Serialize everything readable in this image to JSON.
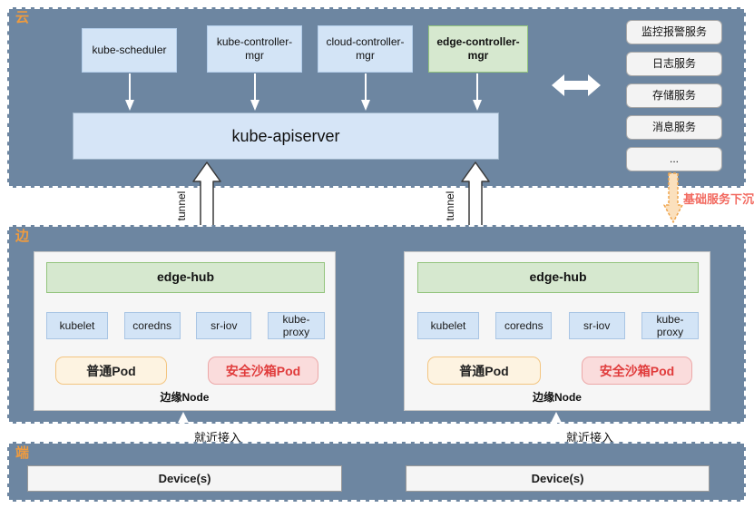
{
  "cloud": {
    "label": "云",
    "control_plane": {
      "scheduler": "kube-scheduler",
      "kube_controller": "kube-controller-mgr",
      "cloud_controller": "cloud-controller-mgr",
      "edge_controller": "edge-controller-mgr",
      "apiserver": "kube-apiserver"
    },
    "services": [
      "监控报警服务",
      "日志服务",
      "存储服务",
      "消息服务",
      "..."
    ],
    "sink_label": "基础服务下沉"
  },
  "tunnel": {
    "label": "tunnel"
  },
  "edge": {
    "label": "边",
    "access_label": "就近接入",
    "nodes": [
      {
        "hub": "edge-hub",
        "components": [
          "kubelet",
          "coredns",
          "sr-iov",
          "kube-proxy"
        ],
        "normal_pod": "普通Pod",
        "sandbox_pod": "安全沙箱Pod",
        "node_label": "边缘Node"
      },
      {
        "hub": "edge-hub",
        "components": [
          "kubelet",
          "coredns",
          "sr-iov",
          "kube-proxy"
        ],
        "normal_pod": "普通Pod",
        "sandbox_pod": "安全沙箱Pod",
        "node_label": "边缘Node"
      }
    ]
  },
  "device": {
    "label": "端",
    "devices": [
      "Device(s)",
      "Device(s)"
    ]
  },
  "colors": {
    "section_bg": "#6d86a1",
    "blue_box": "#d3e4f6",
    "green_box": "#d6e8cf",
    "accent_orange": "#ee9b3f",
    "sink_red": "#f26a60"
  }
}
